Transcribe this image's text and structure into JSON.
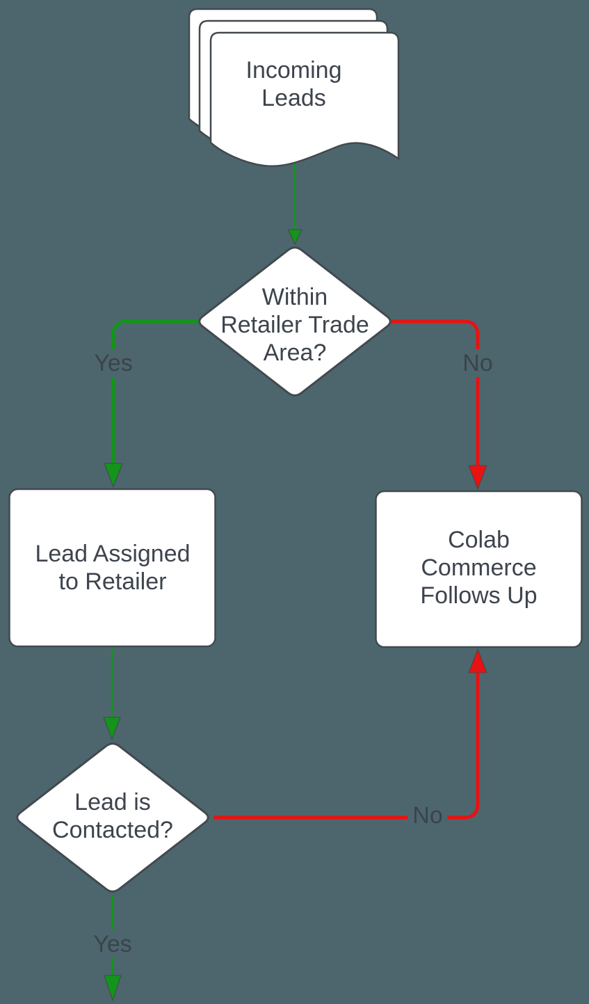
{
  "diagram_type": "flowchart",
  "colors": {
    "background": "#4d666e",
    "shape_fill": "#ffffff",
    "shape_border": "#42494f",
    "node_text": "#3d444d",
    "edge_label_text": "#3c434a",
    "yes_green": "#13941a",
    "no_red": "#e81212"
  },
  "nodes": {
    "incoming_leads": {
      "type": "multi-document",
      "label": "Incoming\nLeads"
    },
    "within_trade_area": {
      "type": "decision",
      "label": "Within\nRetailer Trade\nArea?"
    },
    "lead_assigned": {
      "type": "process",
      "label": "Lead Assigned\nto Retailer"
    },
    "colab_commerce": {
      "type": "process",
      "label": "Colab\nCommerce\nFollows Up"
    },
    "lead_contacted": {
      "type": "decision",
      "label": "Lead is\nContacted?"
    }
  },
  "edges": [
    {
      "from": "incoming_leads",
      "to": "within_trade_area",
      "color": "green",
      "label": ""
    },
    {
      "from": "within_trade_area",
      "to": "lead_assigned",
      "color": "green",
      "label": "Yes"
    },
    {
      "from": "within_trade_area",
      "to": "colab_commerce",
      "color": "red",
      "label": "No"
    },
    {
      "from": "lead_assigned",
      "to": "lead_contacted",
      "color": "green",
      "label": ""
    },
    {
      "from": "lead_contacted",
      "to": "offscreen-continue",
      "color": "green",
      "label": "Yes"
    },
    {
      "from": "lead_contacted",
      "to": "colab_commerce",
      "color": "red",
      "label": "No"
    }
  ]
}
